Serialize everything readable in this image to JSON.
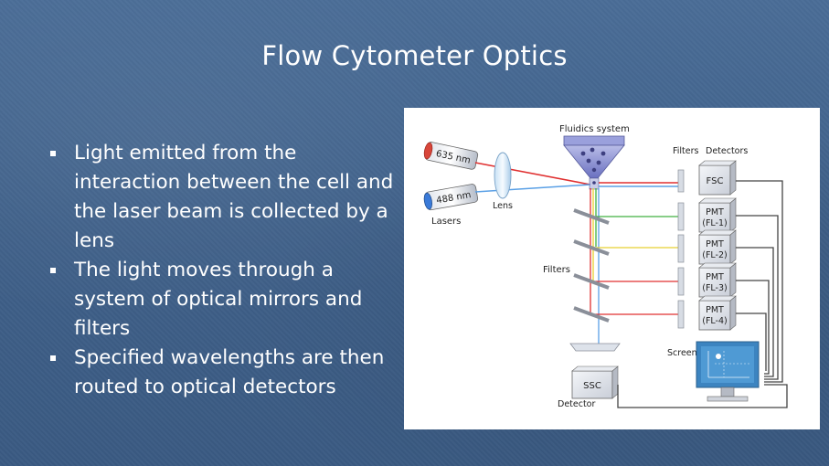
{
  "slide": {
    "title": "Flow Cytometer Optics",
    "bullets": [
      "Light emitted from the interaction between the cell and the laser beam is collected by a lens",
      "The light moves through a system of optical mirrors and filters",
      "Specified wavelengths are then routed to optical detectors"
    ]
  },
  "diagram": {
    "labels": {
      "fluidics": "Fluidics system",
      "filters_top": "Filters",
      "detectors": "Detectors",
      "laser1": "635 nm",
      "laser2": "488 nm",
      "lasers": "Lasers",
      "lens": "Lens",
      "filters_left": "Filters",
      "screen": "Screen",
      "detector": "Detector"
    },
    "detectors": [
      {
        "line1": "FSC",
        "line2": ""
      },
      {
        "line1": "PMT",
        "line2": "(FL-1)"
      },
      {
        "line1": "PMT",
        "line2": "(FL-2)"
      },
      {
        "line1": "PMT",
        "line2": "(FL-3)"
      },
      {
        "line1": "PMT",
        "line2": "(FL-4)"
      }
    ],
    "ssc": "SSC",
    "colors": {
      "blue_beam": "#5aa0e6",
      "red_beam": "#e03030",
      "green_beam": "#40b040",
      "yellow_beam": "#e8d030",
      "fluidics": "#7a7fc8"
    }
  }
}
